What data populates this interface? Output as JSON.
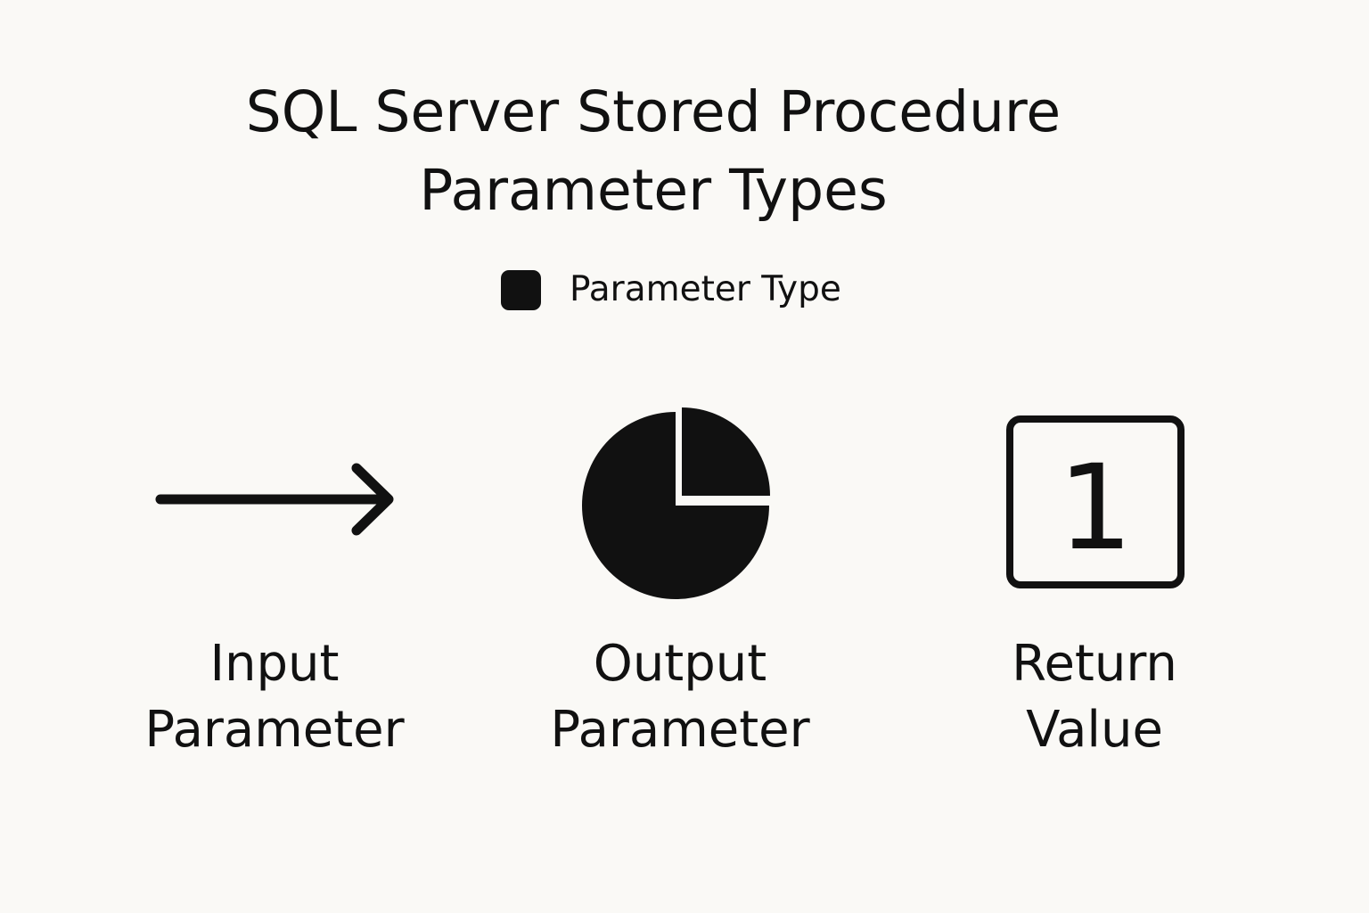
{
  "title": {
    "line1": "SQL Server Stored Procedure",
    "line2": "Parameter Types"
  },
  "legend": {
    "label": "Parameter Type",
    "swatch_color": "#111111"
  },
  "parameters": [
    {
      "icon": "right-arrow-icon",
      "line1": "Input",
      "line2": "Parameter"
    },
    {
      "icon": "pie-chart-icon",
      "line1": "Output",
      "line2": "Parameter"
    },
    {
      "icon": "number-box-icon",
      "icon_text": "1",
      "line1": "Return",
      "line2": "Value"
    }
  ],
  "colors": {
    "background": "#FAF9F6",
    "foreground": "#111111"
  }
}
